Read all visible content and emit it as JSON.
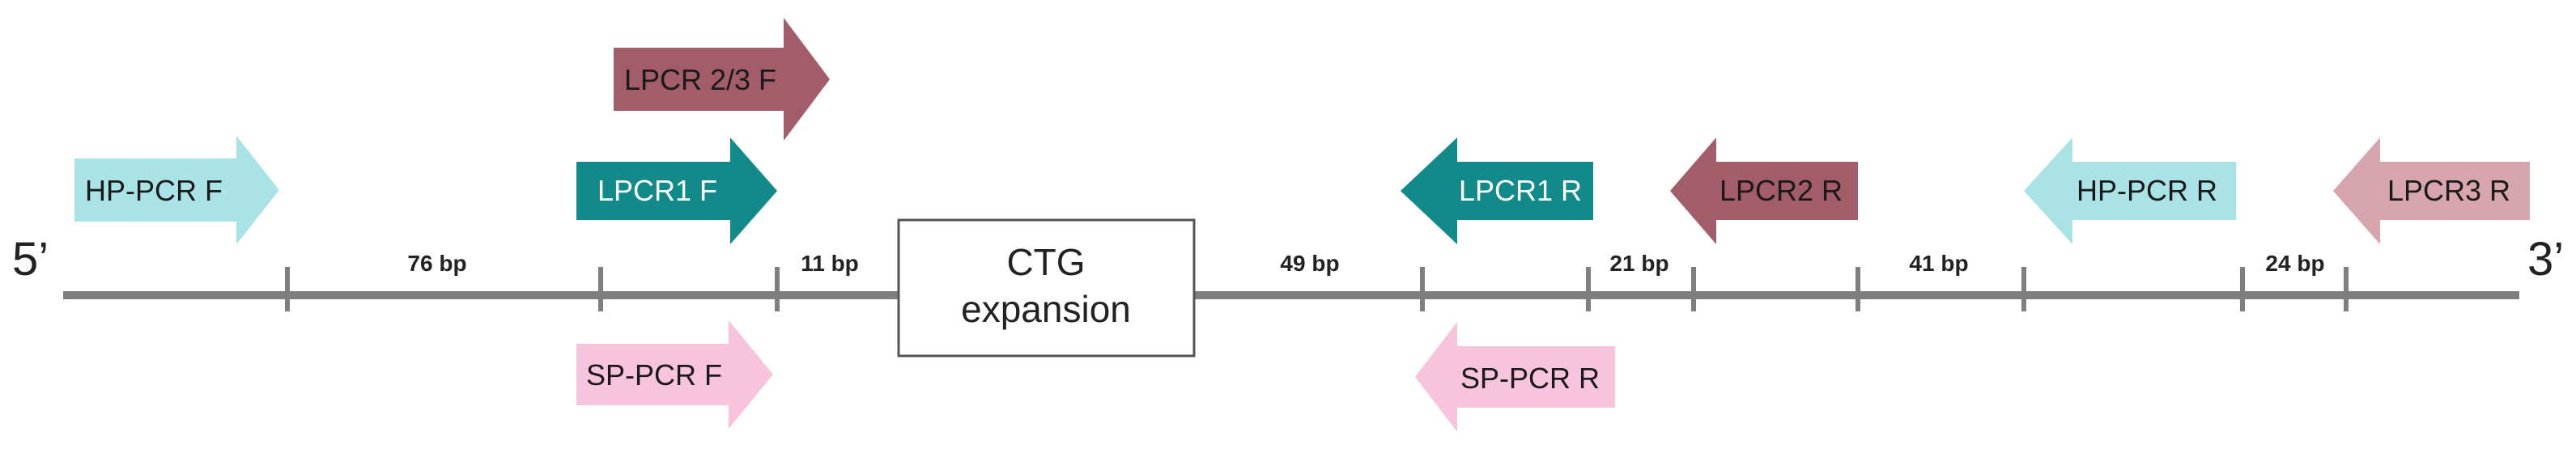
{
  "colors": {
    "line": "#7f7f7f",
    "hp": "#a9e3e6",
    "lpcr1": "#138a8a",
    "lpcr2": "#a35c6a",
    "lpcr3": "#d6a5ad",
    "sp": "#f8c3dc"
  },
  "ends": {
    "five": "5’",
    "three": "3’"
  },
  "box": {
    "line1": "CTG",
    "line2": "expansion"
  },
  "distances": {
    "d1": "76 bp",
    "d2": "11 bp",
    "d3": "49 bp",
    "d4": "21 bp",
    "d5": "41 bp",
    "d6": "24 bp"
  },
  "primers": {
    "hp_f": {
      "label": "HP-PCR F",
      "direction": "right"
    },
    "lpcr23_f": {
      "label": "LPCR 2/3 F",
      "direction": "right"
    },
    "lpcr1_f": {
      "label": "LPCR1 F",
      "direction": "right"
    },
    "sp_f": {
      "label": "SP-PCR F",
      "direction": "right"
    },
    "lpcr1_r": {
      "label": "LPCR1 R",
      "direction": "left"
    },
    "sp_r": {
      "label": "SP-PCR R",
      "direction": "left"
    },
    "lpcr2_r": {
      "label": "LPCR2 R",
      "direction": "left"
    },
    "hp_r": {
      "label": "HP-PCR R",
      "direction": "left"
    },
    "lpcr3_r": {
      "label": "LPCR3 R",
      "direction": "left"
    }
  }
}
